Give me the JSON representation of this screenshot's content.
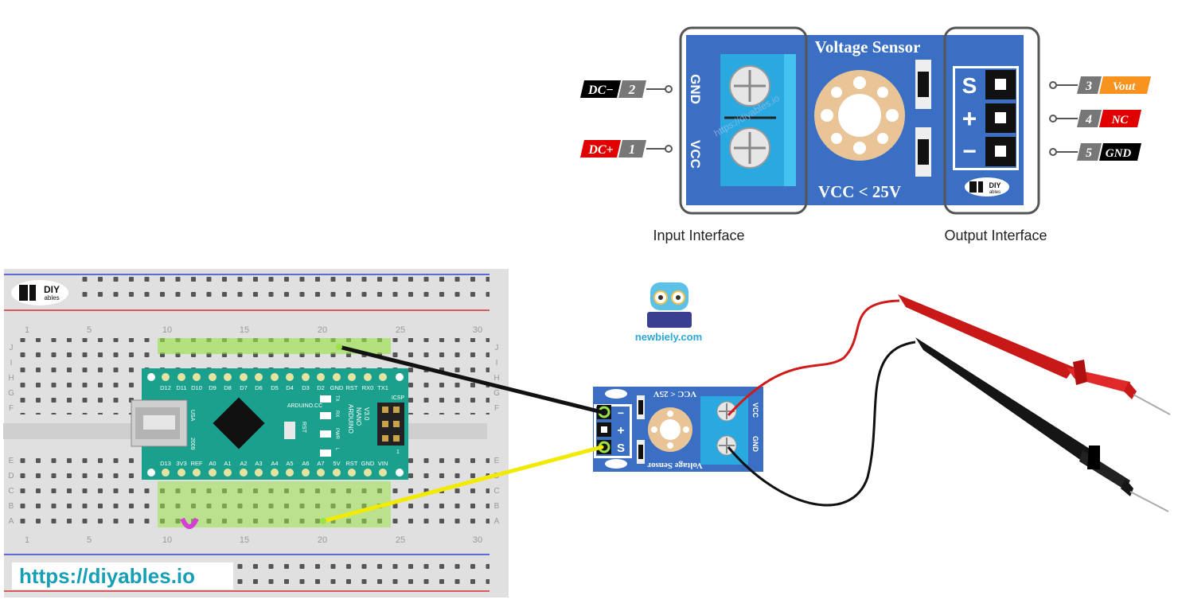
{
  "sensor": {
    "title": "Voltage Sensor",
    "rating": "VCC < 25V",
    "input_pins": [
      "GND",
      "VCC"
    ],
    "output_pins": [
      "S",
      "+",
      "−"
    ],
    "input_interface_label": "Input Interface",
    "output_interface_label": "Output Interface",
    "watermark": "https://diyables.io"
  },
  "pin_tags": [
    {
      "name": "DC−",
      "num": "2",
      "color": "#000000"
    },
    {
      "name": "DC+",
      "num": "1",
      "color": "#e00000"
    },
    {
      "num": "3",
      "name": "Vout",
      "color": "#f7931e"
    },
    {
      "num": "4",
      "name": "NC",
      "color": "#e00000"
    },
    {
      "num": "5",
      "name": "GND",
      "color": "#000000"
    }
  ],
  "breadboard": {
    "row_letters": [
      "J",
      "I",
      "H",
      "G",
      "F",
      "E",
      "D",
      "C",
      "B",
      "A"
    ],
    "col_numbers": [
      "1",
      "5",
      "10",
      "15",
      "20",
      "25",
      "30"
    ],
    "url": "https://diyables.io"
  },
  "arduino": {
    "top_pins": [
      "D12",
      "D11",
      "D10",
      "D9",
      "D8",
      "D7",
      "D6",
      "D5",
      "D4",
      "D3",
      "D2",
      "GND",
      "RST",
      "RX0",
      "TX1"
    ],
    "bottom_pins": [
      "D13",
      "3V3",
      "REF",
      "A0",
      "A1",
      "A2",
      "A3",
      "A4",
      "A5",
      "A6",
      "A7",
      "5V",
      "RST",
      "GND",
      "VIN"
    ],
    "board_text": [
      "ARDUINO",
      "NANO",
      "V3.0"
    ],
    "site": "ARDUINO.CC",
    "leds": [
      "TX",
      "RX",
      "PWR",
      "L"
    ],
    "misc": [
      "USA",
      "2009",
      "RST",
      "ICSP",
      "1"
    ]
  },
  "small_sensor": {
    "title": "Voltage Sensor",
    "rating": "VCC < 25V",
    "pins": [
      "VCC",
      "GND"
    ],
    "out": [
      "−",
      "+",
      "S"
    ]
  },
  "logos": {
    "brand": "DIY",
    "brand_sub": "ables",
    "mascot_text": "newbiely.com"
  },
  "colors": {
    "sensor_blue": "#3a6fc4",
    "terminal_blue": "#2aa8e0",
    "board_teal": "#1aa08c",
    "wire_black": "#111111",
    "wire_yellow": "#f2ea00",
    "probe_red": "#d11a1a"
  }
}
